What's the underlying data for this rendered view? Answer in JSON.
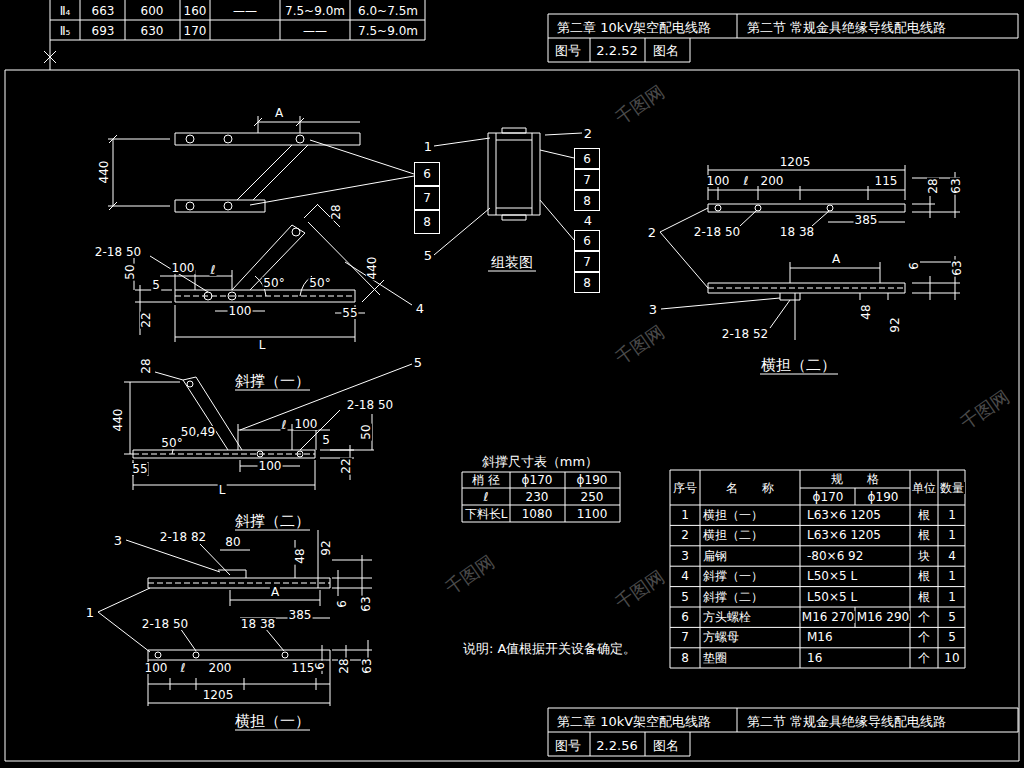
{
  "diagram": {
    "nodes": [
      {
        "text": [
          "6"
        ]
      },
      {
        "text": [
          "7"
        ]
      },
      {
        "text": [
          "8"
        ]
      },
      {
        "text": [
          "6"
        ]
      },
      {
        "text": [
          "7"
        ]
      },
      {
        "text": [
          "8"
        ]
      },
      {
        "text": [
          "6"
        ]
      },
      {
        "text": [
          "7"
        ]
      },
      {
        "text": [
          "8"
        ]
      }
    ],
    "labels": [
      "Ⅱ₄",
      "663",
      "600",
      "160",
      "——",
      "7.5~9.0m",
      "6.0~7.5m",
      "Ⅱ₅",
      "693",
      "630",
      "170",
      "——",
      "7.5~9.0m",
      "第二章 10kV架空配电线路",
      "第二节 常规金具绝缘导线配电线路",
      "图号",
      "2.2.52",
      "图名",
      "A",
      "440",
      "28",
      "440",
      "2-18 50",
      "50",
      "5",
      "100",
      "ℓ",
      "50°",
      "50°",
      "100",
      "55",
      "22",
      "L",
      "4",
      "斜撑（一）",
      "1",
      "2",
      "4",
      "5",
      "组装图",
      "1205",
      "100",
      "ℓ",
      "200",
      "115",
      "28",
      "63",
      "2-18 50",
      "18 38",
      "385",
      "2",
      "A",
      "6",
      "63",
      "3",
      "48",
      "92",
      "2-18 52",
      "横担（二）",
      "28",
      "440",
      "5",
      "2-18 50",
      "50",
      "ℓ",
      "100",
      "50,49",
      "50°",
      "5",
      "100",
      "55",
      "22",
      "L",
      "斜撑（二）",
      "斜撑尺寸表（mm）",
      "梢 径",
      "ϕ170",
      "ϕ190",
      "ℓ",
      "230",
      "250",
      "下料长L",
      "1080",
      "1100",
      "序号",
      "名　　称",
      "规　　格",
      "单位",
      "数量",
      "ϕ170",
      "ϕ190",
      "1",
      "横担（一）",
      "L63×6 1205",
      "根",
      "1",
      "2",
      "横担（二）",
      "L63×6 1205",
      "根",
      "1",
      "3",
      "扁钢",
      "-80×6 92",
      "块",
      "4",
      "4",
      "斜撑（一）",
      "L50×5 L",
      "根",
      "1",
      "5",
      "斜撑（二）",
      "L50×5 L",
      "根",
      "1",
      "6",
      "方头螺栓",
      "M16 270",
      "M16 290",
      "个",
      "5",
      "7",
      "方螺母",
      "M16",
      "个",
      "5",
      "8",
      "垫圈",
      "16",
      "个",
      "10",
      "说明: A值根据开关设备确定。",
      "3",
      "2-18 82",
      "80",
      "48",
      "92",
      "A",
      "6",
      "63",
      "1",
      "2-18 50",
      "18 38",
      "385",
      "100",
      "ℓ",
      "200",
      "115",
      "6",
      "28",
      "63",
      "1205",
      "横担（一）",
      "第二章 10kV架空配电线路",
      "第二节 常规金具绝缘导线配电线路",
      "图号",
      "2.2.56",
      "图名",
      "千图网",
      "千图网",
      "千图网",
      "千图网",
      "千图网"
    ]
  }
}
